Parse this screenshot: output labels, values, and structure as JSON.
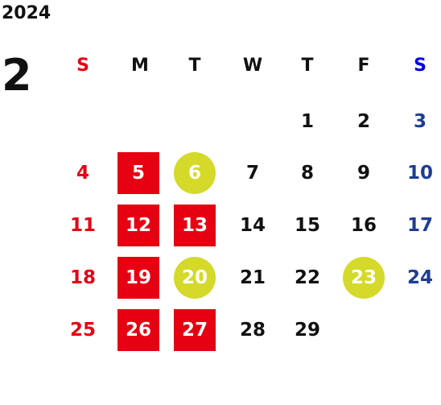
{
  "year": "2024",
  "month": "2",
  "weekdays": [
    "S",
    "M",
    "T",
    "W",
    "T",
    "F",
    "S"
  ],
  "weeks": [
    [
      "",
      "",
      "",
      "",
      "1",
      "2",
      "3"
    ],
    [
      "4",
      "5",
      "6",
      "7",
      "8",
      "9",
      "10"
    ],
    [
      "11",
      "12",
      "13",
      "14",
      "15",
      "16",
      "17"
    ],
    [
      "18",
      "19",
      "20",
      "21",
      "22",
      "23",
      "24"
    ],
    [
      "25",
      "26",
      "27",
      "28",
      "29",
      "",
      ""
    ]
  ],
  "colors": {
    "sunday": "#e60012",
    "saturday": "#1d3d93",
    "red_box": "#e60012",
    "green_dot": "#d4d92a"
  },
  "red_box_days": [
    "5",
    "12",
    "13",
    "19",
    "26",
    "27"
  ],
  "green_dot_days": [
    "6",
    "20",
    "23"
  ]
}
